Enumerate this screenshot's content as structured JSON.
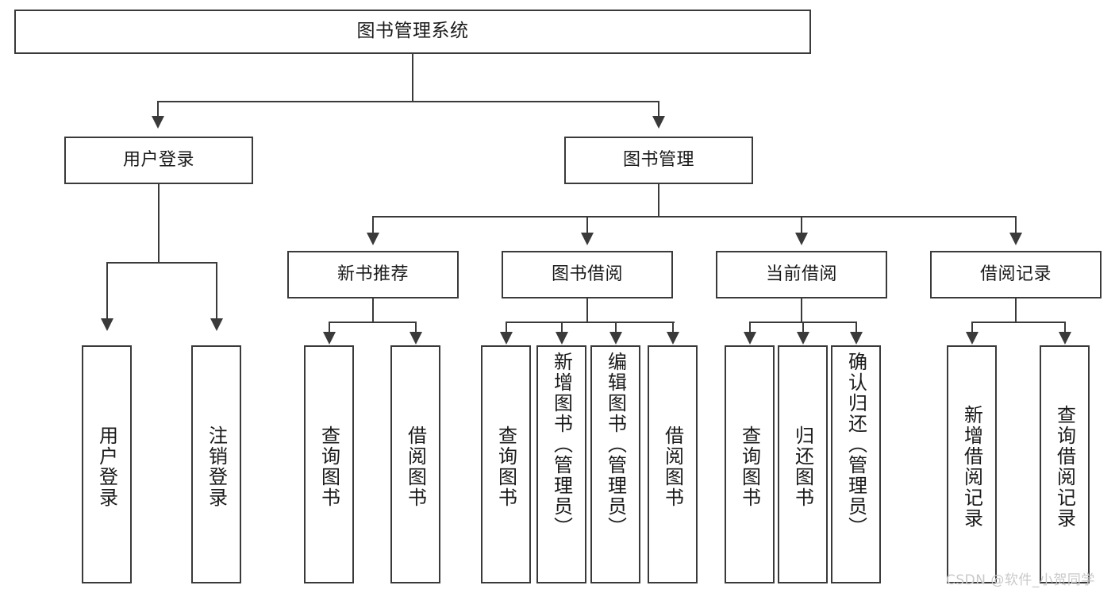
{
  "diagram": {
    "title": "图书管理系统",
    "type": "hierarchy-tree",
    "root": {
      "label": "图书管理系统"
    },
    "level2": [
      {
        "label": "用户登录"
      },
      {
        "label": "图书管理"
      }
    ],
    "level3": [
      {
        "label": "新书推荐"
      },
      {
        "label": "图书借阅"
      },
      {
        "label": "当前借阅"
      },
      {
        "label": "借阅记录"
      }
    ],
    "leaves": {
      "user_login": [
        {
          "label": "用户登录"
        },
        {
          "label": "注销登录"
        }
      ],
      "new_book_recommend": [
        {
          "label": "查询图书"
        },
        {
          "label": "借阅图书"
        }
      ],
      "book_borrow": [
        {
          "label": "查询图书"
        },
        {
          "label": "新增图书（管理员）"
        },
        {
          "label": "编辑图书（管理员）"
        },
        {
          "label": "借阅图书"
        }
      ],
      "current_borrow": [
        {
          "label": "查询图书"
        },
        {
          "label": "归还图书"
        },
        {
          "label": "确认归还（管理员）"
        }
      ],
      "borrow_record": [
        {
          "label": "新增借阅记录"
        },
        {
          "label": "查询借阅记录"
        }
      ]
    }
  },
  "watermark": {
    "text": "CSDN @软件_小贺同学"
  },
  "colors": {
    "stroke": "#3a3a3a",
    "box_fill": "#ffffff",
    "text": "#1a1a1a",
    "watermark": "#c9c9c9",
    "background": "#ffffff"
  }
}
